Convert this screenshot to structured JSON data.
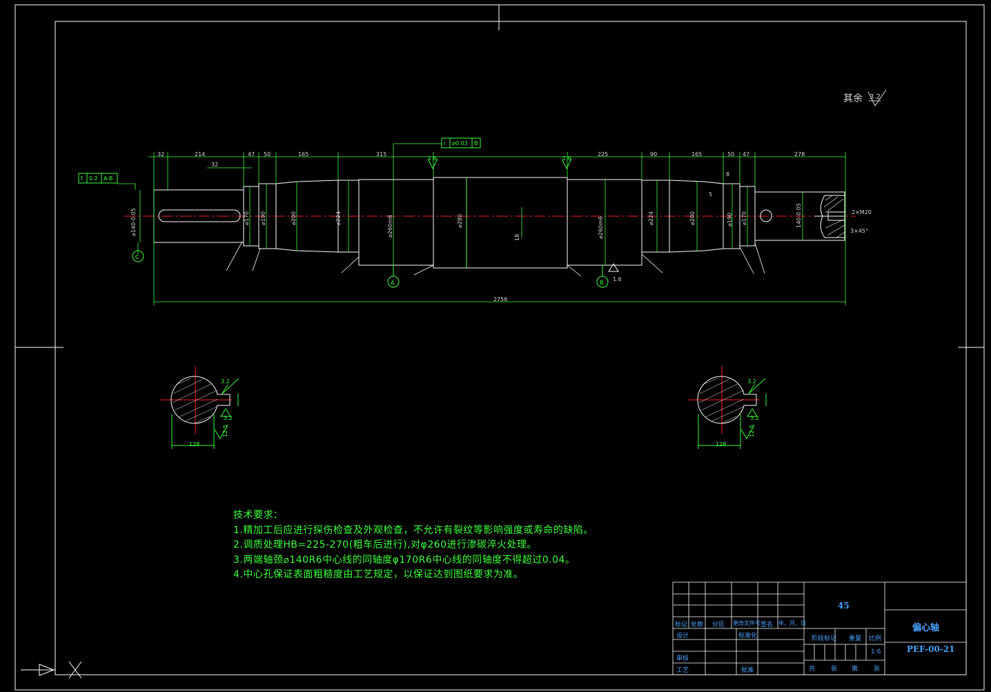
{
  "surface_finish_note": {
    "label": "其余",
    "value": "3.2"
  },
  "dimensions": {
    "top_row": [
      "32",
      "214",
      "32",
      "47",
      "50",
      "165",
      "315",
      "225",
      "90",
      "165",
      "50",
      "47",
      "278"
    ],
    "overall_length": "2756",
    "diameters": [
      "⌀140-0.05",
      "⌀170",
      "⌀190",
      "⌀200",
      "⌀224",
      "⌀260m6",
      "⌀280",
      "18",
      "⌀260m6",
      "⌀224",
      "⌀200",
      "⌀190",
      "⌀170",
      "140-0.05"
    ],
    "keyway_width": "128",
    "small_dims": [
      "8",
      "5",
      "2×M20",
      "3×45°"
    ]
  },
  "tolerance_frames": [
    {
      "symbol": "f",
      "value": "0.2",
      "datum": "A-B"
    },
    {
      "symbol": "r",
      "value": "⌀0.03",
      "datum": "B"
    }
  ],
  "roughness": [
    "1.6",
    "1.6",
    "1.6",
    "3.2",
    "3.2",
    "12.5"
  ],
  "datum_labels": [
    "A",
    "B",
    "C"
  ],
  "technical_requirements": {
    "heading": "技术要求：",
    "items": [
      "1.精加工后应进行探伤检查及外观检查，不允许有裂纹等影响强度或寿命的缺陷。",
      "2.调质处理HB=225-270(粗车后进行),对φ260进行渗碳淬火处理。",
      "3.两端轴颈⌀140R6中心线的同轴度φ170R6中心线的同轴度不得超过0.04。",
      "4.中心孔保证表面粗糙度由工艺规定，以保证达到图纸要求为准。"
    ]
  },
  "title_block": {
    "material": "45",
    "part_name": "偏心轴",
    "drawing_number": "PEF-00-21",
    "scale": "1:6",
    "headers": [
      "标记",
      "处数",
      "分区",
      "更改文件号",
      "签名",
      "年、月、日"
    ],
    "rows": [
      "设计",
      "标准化",
      "审核",
      "工艺",
      "批准"
    ],
    "stage_labels": [
      "阶段标记",
      "重量",
      "比例"
    ],
    "sheet_labels": [
      "共",
      "张",
      "第",
      "张"
    ]
  },
  "colors": {
    "background": "#000000",
    "frame": "#ffffff",
    "geometry": "#ffffff",
    "dimension": "#3cff3c",
    "centerline": "#ff2020",
    "title_text": "#4aa3ff"
  }
}
